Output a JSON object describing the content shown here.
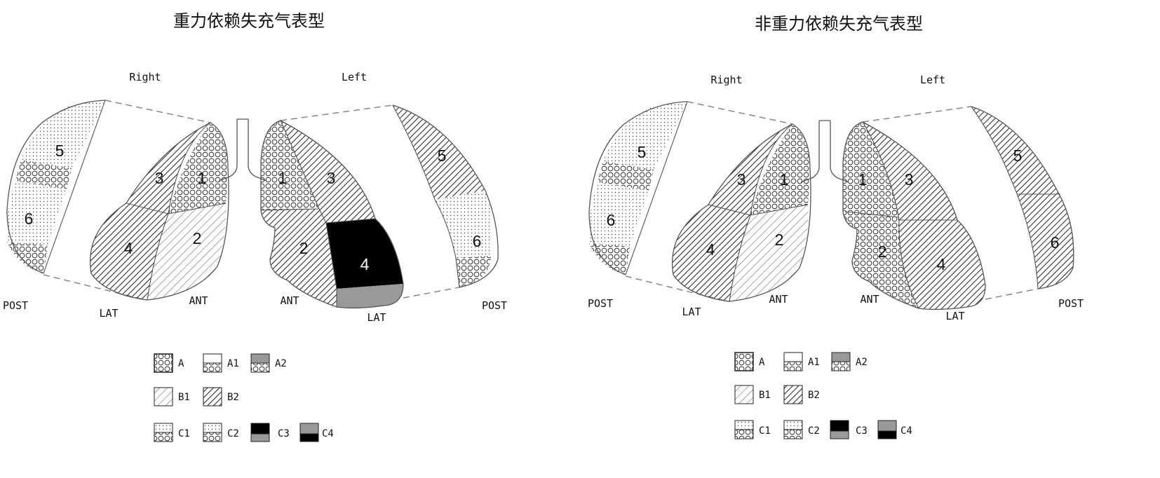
{
  "panels": [
    {
      "title": "重力依赖失充气表型",
      "labels": {
        "right": "Right",
        "left": "Left",
        "post_left": "POST",
        "post_right": "POST",
        "lat_left": "LAT",
        "lat_right": "LAT",
        "ant_left": "ANT",
        "ant_right": "ANT"
      },
      "zones": {
        "r5": "5",
        "r6": "6",
        "r1": "1",
        "r2": "2",
        "r3": "3",
        "r4": "4",
        "l1": "1",
        "l2": "2",
        "l3": "3",
        "l4": "4",
        "l5": "5",
        "l6": "6"
      },
      "legend": {
        "A": "A",
        "A1": "A1",
        "A2": "A2",
        "B1": "B1",
        "B2": "B2",
        "C1": "C1",
        "C2": "C2",
        "C3": "C3",
        "C4": "C4"
      }
    },
    {
      "title": "非重力依赖失充气表型",
      "labels": {
        "right": "Right",
        "left": "Left",
        "post_left": "POST",
        "post_right": "POST",
        "lat_left": "LAT",
        "lat_right": "LAT",
        "ant_left": "ANT",
        "ant_right": "ANT"
      },
      "zones": {
        "r5": "5",
        "r6": "6",
        "r1": "1",
        "r2": "2",
        "r3": "3",
        "r4": "4",
        "l1": "1",
        "l2": "2",
        "l3": "3",
        "l4": "4",
        "l5": "5",
        "l6": "6"
      },
      "legend": {
        "A": "A",
        "A1": "A1",
        "A2": "A2",
        "B1": "B1",
        "B2": "B2",
        "C1": "C1",
        "C2": "C2",
        "C3": "C3",
        "C4": "C4"
      }
    }
  ],
  "colors": {
    "black": "#000000",
    "gray": "#999999",
    "line": "#555555",
    "dash": "#888888"
  }
}
